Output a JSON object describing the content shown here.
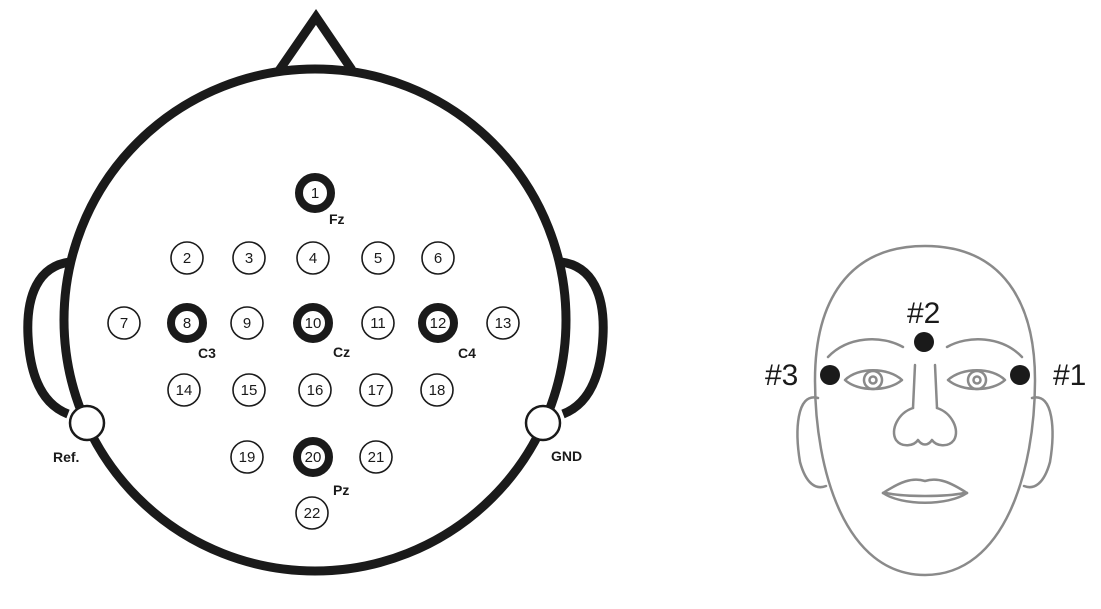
{
  "colors": {
    "head_outline": "#1a1a1a",
    "face_outline": "#8a8a8a",
    "electrode_dot": "#1a1a1a",
    "background": "#ffffff"
  },
  "scalp": {
    "electrodes": [
      {
        "id": 1,
        "label": "1",
        "highlighted": true
      },
      {
        "id": 2,
        "label": "2",
        "highlighted": false
      },
      {
        "id": 3,
        "label": "3",
        "highlighted": false
      },
      {
        "id": 4,
        "label": "4",
        "highlighted": false
      },
      {
        "id": 5,
        "label": "5",
        "highlighted": false
      },
      {
        "id": 6,
        "label": "6",
        "highlighted": false
      },
      {
        "id": 7,
        "label": "7",
        "highlighted": false
      },
      {
        "id": 8,
        "label": "8",
        "highlighted": true
      },
      {
        "id": 9,
        "label": "9",
        "highlighted": false
      },
      {
        "id": 10,
        "label": "10",
        "highlighted": true
      },
      {
        "id": 11,
        "label": "11",
        "highlighted": false
      },
      {
        "id": 12,
        "label": "12",
        "highlighted": true
      },
      {
        "id": 13,
        "label": "13",
        "highlighted": false
      },
      {
        "id": 14,
        "label": "14",
        "highlighted": false
      },
      {
        "id": 15,
        "label": "15",
        "highlighted": false
      },
      {
        "id": 16,
        "label": "16",
        "highlighted": false
      },
      {
        "id": 17,
        "label": "17",
        "highlighted": false
      },
      {
        "id": 18,
        "label": "18",
        "highlighted": false
      },
      {
        "id": 19,
        "label": "19",
        "highlighted": false
      },
      {
        "id": 20,
        "label": "20",
        "highlighted": true
      },
      {
        "id": 21,
        "label": "21",
        "highlighted": false
      },
      {
        "id": 22,
        "label": "22",
        "highlighted": false
      }
    ],
    "site_labels": {
      "fz": "Fz",
      "c3": "C3",
      "cz": "Cz",
      "c4": "C4",
      "pz": "Pz"
    },
    "reference_label": "Ref.",
    "ground_label": "GND"
  },
  "face": {
    "eog_labels": {
      "one": "#1",
      "two": "#2",
      "three": "#3"
    }
  }
}
